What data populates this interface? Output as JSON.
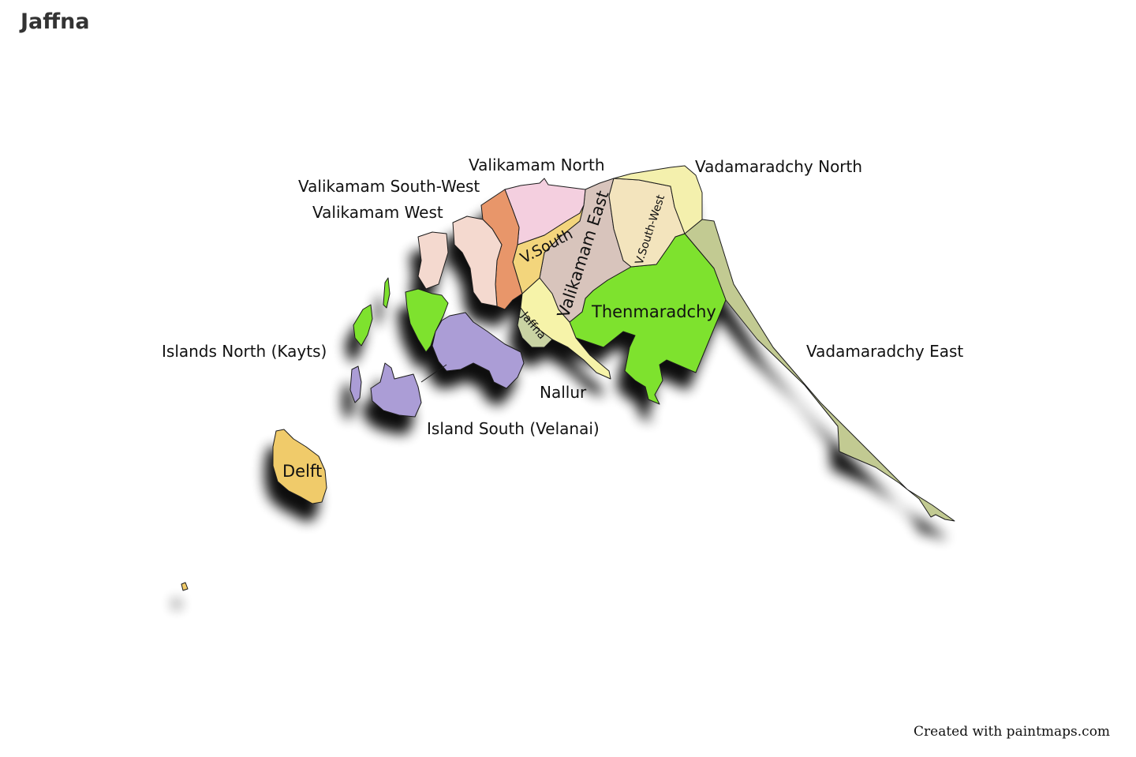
{
  "title": "Jaffna",
  "credit": "Created with paintmaps.com",
  "regions": [
    {
      "name": "Valikamam North",
      "color": "#f4cfdf"
    },
    {
      "name": "Valikamam South-West",
      "color": "#e8966a"
    },
    {
      "name": "Valikamam West",
      "color": "#f4d9cf"
    },
    {
      "name": "V.South",
      "color": "#f3d57c"
    },
    {
      "name": "Valikamam East",
      "color": "#d8c4bc"
    },
    {
      "name": "V.South-West",
      "color": "#f3e4bd"
    },
    {
      "name": "Vadamaradchy North",
      "color": "#f4f0ad"
    },
    {
      "name": "Thenmaradchy",
      "color": "#7ee22e"
    },
    {
      "name": "Vadamaradchy East",
      "color": "#c2ca92"
    },
    {
      "name": "Jaffna",
      "color": "#c9d3a3"
    },
    {
      "name": "Nallur",
      "color": "#f6f3a9"
    },
    {
      "name": "Islands North (Kayts)",
      "color": "#7ee22e"
    },
    {
      "name": "Island South (Velanai)",
      "color": "#ab9dd6"
    },
    {
      "name": "Delft",
      "color": "#f0cb6a"
    }
  ]
}
